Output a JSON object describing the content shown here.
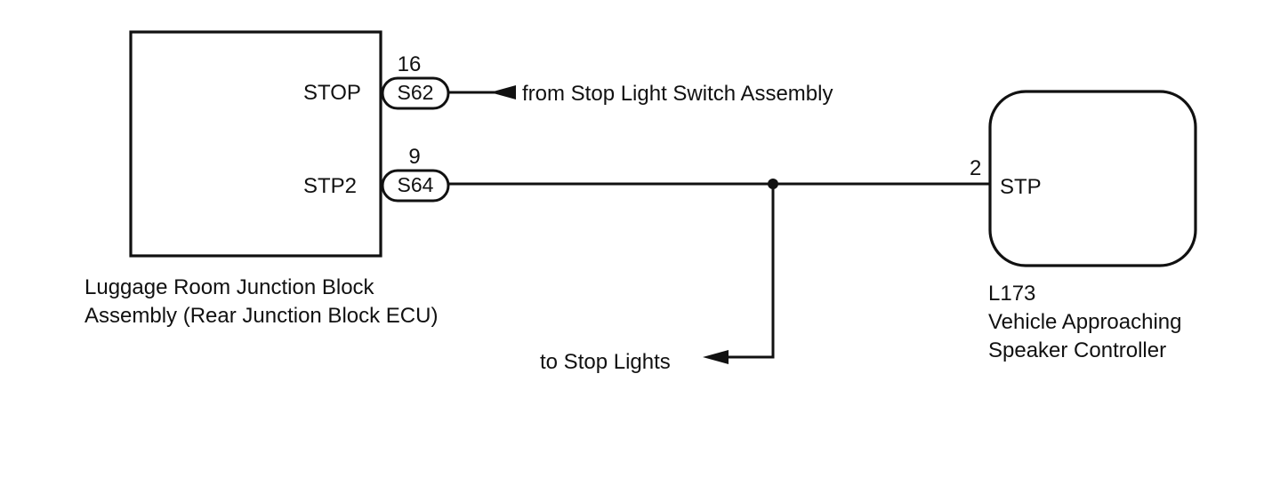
{
  "components": {
    "junction_block": {
      "terminal_stop": "STOP",
      "terminal_stp2": "STP2",
      "label_line_1": "Luggage Room Junction Block",
      "label_line_2": "Assembly (Rear Junction Block ECU)"
    },
    "speaker_controller": {
      "terminal": "STP",
      "pin": "2",
      "code": "L173",
      "label_line_1": "Vehicle Approaching",
      "label_line_2": "Speaker Controller"
    }
  },
  "connectors": {
    "s62": {
      "id": "S62",
      "pin": "16"
    },
    "s64": {
      "id": "S64",
      "pin": "9"
    }
  },
  "signals": {
    "from_stop_light_switch": "from Stop Light Switch Assembly",
    "to_stop_lights": "to Stop Lights"
  }
}
